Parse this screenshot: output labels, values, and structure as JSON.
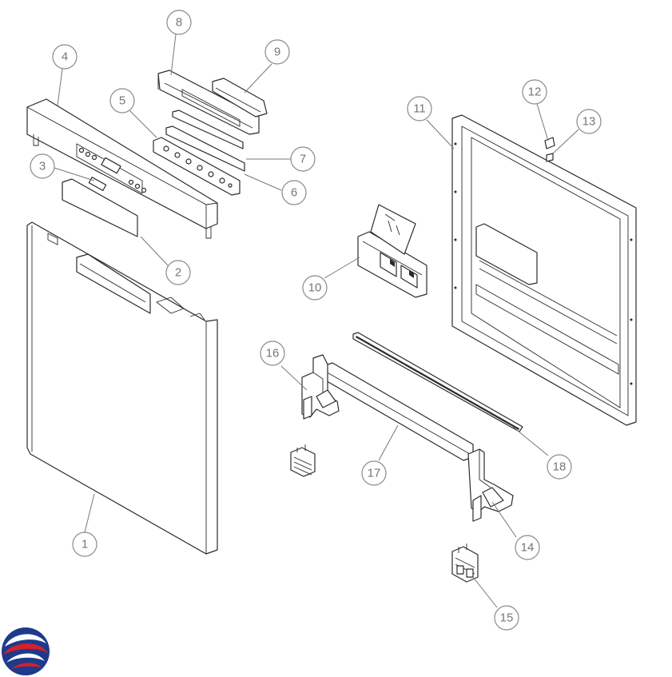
{
  "callouts": [
    {
      "id": "1",
      "label": "1"
    },
    {
      "id": "2",
      "label": "2"
    },
    {
      "id": "3",
      "label": "3"
    },
    {
      "id": "4",
      "label": "4"
    },
    {
      "id": "5",
      "label": "5"
    },
    {
      "id": "6",
      "label": "6"
    },
    {
      "id": "7",
      "label": "7"
    },
    {
      "id": "8",
      "label": "8"
    },
    {
      "id": "9",
      "label": "9"
    },
    {
      "id": "10",
      "label": "10"
    },
    {
      "id": "11",
      "label": "11"
    },
    {
      "id": "12",
      "label": "12"
    },
    {
      "id": "13",
      "label": "13"
    },
    {
      "id": "14",
      "label": "14"
    },
    {
      "id": "15",
      "label": "15"
    },
    {
      "id": "16",
      "label": "16"
    },
    {
      "id": "17",
      "label": "17"
    },
    {
      "id": "18",
      "label": "18"
    }
  ],
  "colors": {
    "line": "#2b2b2b",
    "callout": "#8a8a8a",
    "logo_red": "#d6202a",
    "logo_blue": "#1e3a8a"
  },
  "logo": {
    "icon": "brand-logo-icon"
  }
}
